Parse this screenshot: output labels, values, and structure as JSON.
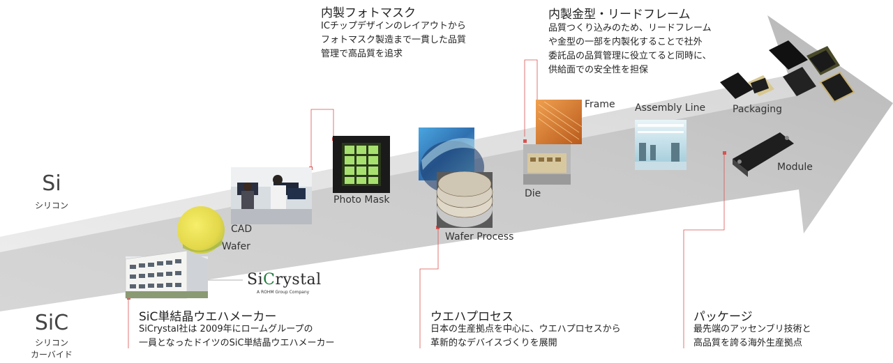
{
  "side": {
    "si_title": "Si",
    "si_sub": "シリコン",
    "sic_title": "SiC",
    "sic_sub": "シリコン\nカーバイド"
  },
  "brand": {
    "name_pre": "Si",
    "name_c": "C",
    "name_post": "rystal",
    "tagline": "A ROHM Group Company"
  },
  "labels": {
    "cad": "CAD",
    "wafer": "Wafer",
    "photo_mask": "Photo Mask",
    "wafer_process": "Wafer Process",
    "frame": "Frame",
    "die": "Die",
    "assembly_line": "Assembly Line",
    "packaging": "Packaging",
    "module": "Module"
  },
  "photomask": {
    "heading": "内製フォトマスク",
    "body": "ICチップデザインのレイアウトから\nフォトマスク製造まで一貫した品質\n管理で高品質を追求"
  },
  "leadframe": {
    "heading": "内製金型・リードフレーム",
    "body": "品質つくり込みのため、リードフレーム\nや金型の一部を内製化することで社外\n委託品の品質管理に役立てると同時に、\n供給面での安全性を担保"
  },
  "sicwafer": {
    "heading": "SiC単結晶ウエハメーカー",
    "body": "SiCrystal社は 2009年にロームグループの\n一員となったドイツのSiC単結晶ウエハメーカー"
  },
  "waferprocess": {
    "heading": "ウエハプロセス",
    "body": "日本の生産拠点を中心に、ウエハプロセスから\n革新的なデバイスづくりを展開"
  },
  "package": {
    "heading": "パッケージ",
    "body": "最先端のアッセンブリ技術と\n高品質を誇る海外生産拠点"
  },
  "colors": {
    "connector": "#d9534f",
    "arrow": "#c8c8c8"
  }
}
